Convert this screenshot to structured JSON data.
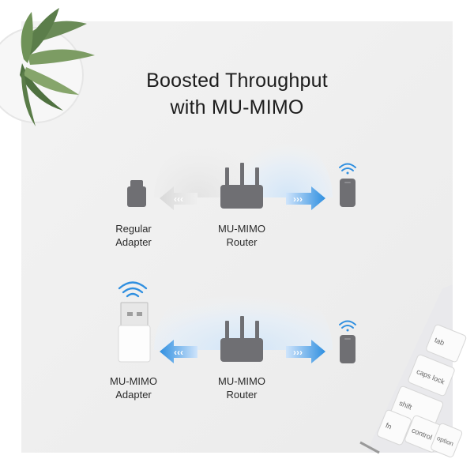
{
  "headline": {
    "line1": "Boosted Throughput",
    "line2": "with MU-MIMO"
  },
  "scenario_top": {
    "adapter_label_line1": "Regular",
    "adapter_label_line2": "Adapter",
    "router_label_line1": "MU-MIMO",
    "router_label_line2": "Router",
    "left_arrow_text": "‹‹‹",
    "right_arrow_text": "›››"
  },
  "scenario_bottom": {
    "adapter_label_line1": "MU-MIMO",
    "adapter_label_line2": "Adapter",
    "router_label_line1": "MU-MIMO",
    "router_label_line2": "Router",
    "left_arrow_text": "‹‹‹",
    "right_arrow_text": "›››"
  },
  "keyboard_keys": {
    "tab": "tab",
    "caps": "caps lock",
    "shift": "shift",
    "fn": "fn",
    "control": "control",
    "option": "option"
  },
  "colors": {
    "accent_blue": "#2f8fe0",
    "device_gray": "#6f6f73",
    "arrow_gray": "#e4e4e4"
  }
}
